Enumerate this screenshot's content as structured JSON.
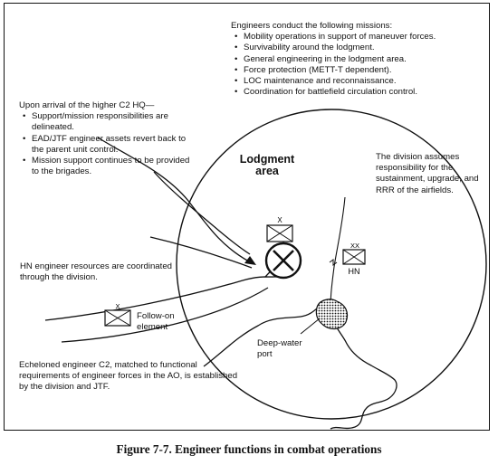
{
  "missions": {
    "heading": "Engineers conduct the following missions:",
    "items": [
      "Mobility operations in support of maneuver forces.",
      "Survivability around the lodgment.",
      "General engineering in the lodgment area.",
      "Force protection (METT-T dependent).",
      "LOC maintenance and reconnaissance.",
      "Coordination for battlefield circulation control."
    ]
  },
  "arrival": {
    "heading": "Upon arrival of the higher C2 HQ—",
    "items": [
      "Support/mission responsibilities are delineated.",
      "EAD/JTF engineer assets revert back to the parent unit control.",
      "Mission support continues to be provided to the brigades."
    ]
  },
  "lodgment_label": "Lodgment area",
  "division_note": "The division assumes responsibility for the sustainment, upgrade, and RRR of the airfields.",
  "hn_note": "HN engineer resources are coordinated through the division.",
  "follow_on_label": "Follow-on element",
  "deep_water_label": "Deep-water port",
  "echelon_note": "Echeloned engineer C2, matched to functional requirements of engineer forces in the AO, is established by the division and JTF.",
  "symbols": {
    "bde_mark": "X",
    "div_mark": "XX",
    "hn_label": "HN",
    "follow_mark": "X"
  },
  "caption": "Figure 7-7. Engineer functions in combat operations"
}
